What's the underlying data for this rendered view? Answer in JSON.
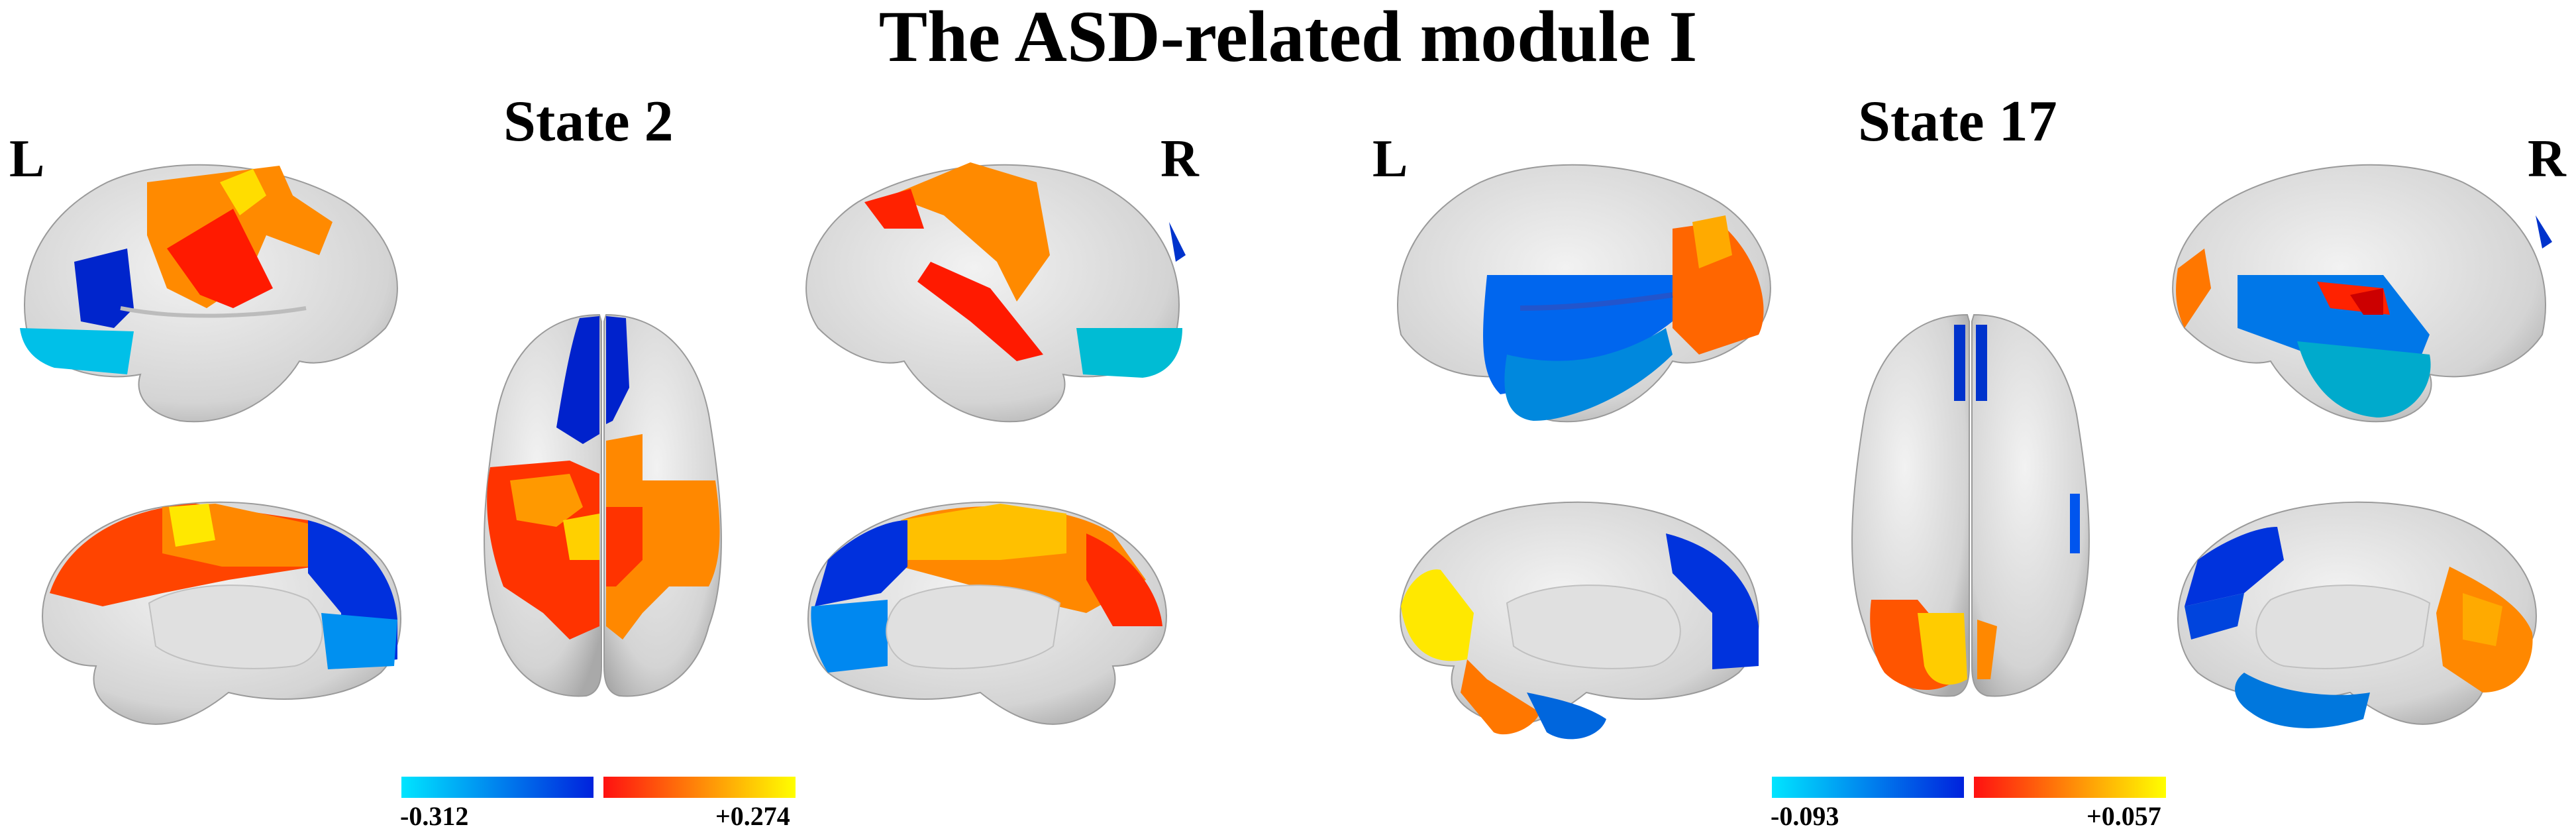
{
  "title": "The ASD-related module  I",
  "panels": [
    {
      "state_label": "State 2",
      "left_label": "L",
      "right_label": "R",
      "colorbar": {
        "min_label": "-0.312",
        "max_label": "+0.274",
        "negative_colors": [
          "#00e5ff",
          "#0022dd"
        ],
        "positive_colors": [
          "#ff1111",
          "#ffff00"
        ]
      }
    },
    {
      "state_label": "State 17",
      "left_label": "L",
      "right_label": "R",
      "colorbar": {
        "min_label": "-0.093",
        "max_label": "+0.057",
        "negative_colors": [
          "#00e5ff",
          "#0022dd"
        ],
        "positive_colors": [
          "#ff1111",
          "#ffff00"
        ]
      }
    }
  ]
}
